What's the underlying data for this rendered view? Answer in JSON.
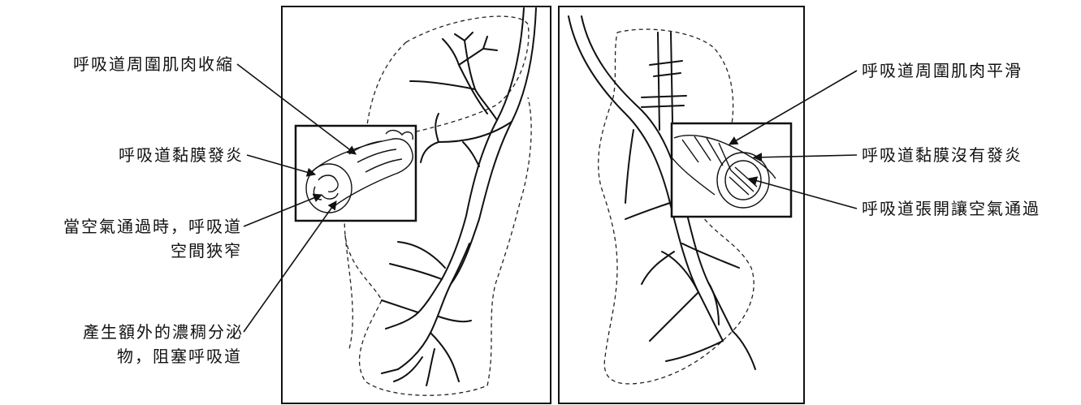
{
  "left_labels": {
    "muscle_contract": "呼吸道周圍肌肉收縮",
    "mucosa_inflamed": "呼吸道黏膜發炎",
    "narrow_line1": "當空氣通過時，呼吸道",
    "narrow_line2": "空間狹窄",
    "mucus_line1": "產生額外的濃稠分泌",
    "mucus_line2": "物，阻塞呼吸道"
  },
  "right_labels": {
    "muscle_smooth": "呼吸道周圍肌肉平滑",
    "mucosa_normal": "呼吸道黏膜沒有發炎",
    "airway_open": "呼吸道張開讓空氣通過"
  }
}
